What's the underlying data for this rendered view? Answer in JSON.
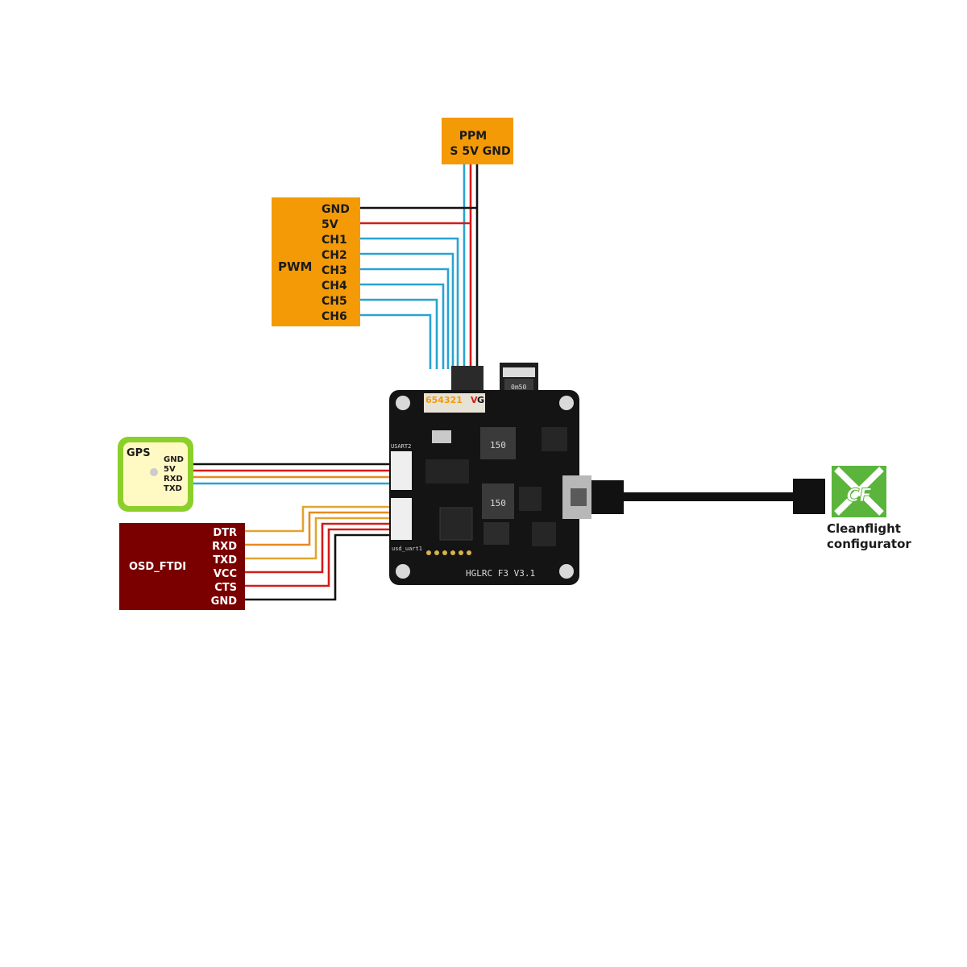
{
  "ppm": {
    "title": "PPM",
    "pins": "S 5V GND"
  },
  "pwm": {
    "title": "PWM",
    "pins": [
      "GND",
      "5V",
      "CH1",
      "CH2",
      "CH3",
      "CH4",
      "CH5",
      "CH6"
    ]
  },
  "gps": {
    "title": "GPS",
    "pins": [
      "GND",
      "5V",
      "RXD",
      "TXD"
    ]
  },
  "osd": {
    "title": "OSD_FTDI",
    "pins": [
      "DTR",
      "RXD",
      "TXD",
      "VCC",
      "CTS",
      "GND"
    ]
  },
  "board": {
    "header_digits": "654321",
    "header_v": "V",
    "header_g": "G",
    "name": "HGLRC F3 V3.1",
    "uart2": "USART2",
    "uart1": "usd_uart1",
    "inductor_top": "150",
    "inductor_mid": "150",
    "connector_mark": "0m50"
  },
  "configurator": {
    "line1": "Cleanflight",
    "line2": "configurator",
    "logo_text": "CF"
  },
  "colors": {
    "orange_box": "#f39a06",
    "osd_box": "#7a0000",
    "gps_border": "#8ccf2a",
    "gps_fill": "#fff9c4",
    "wire_blue": "#29a3d1",
    "wire_red": "#d41a1a",
    "wire_black": "#111111",
    "wire_orange": "#e68a1f",
    "wire_amber": "#e0a530",
    "pcb": "#141414",
    "logo_green": "#5bb43c"
  }
}
